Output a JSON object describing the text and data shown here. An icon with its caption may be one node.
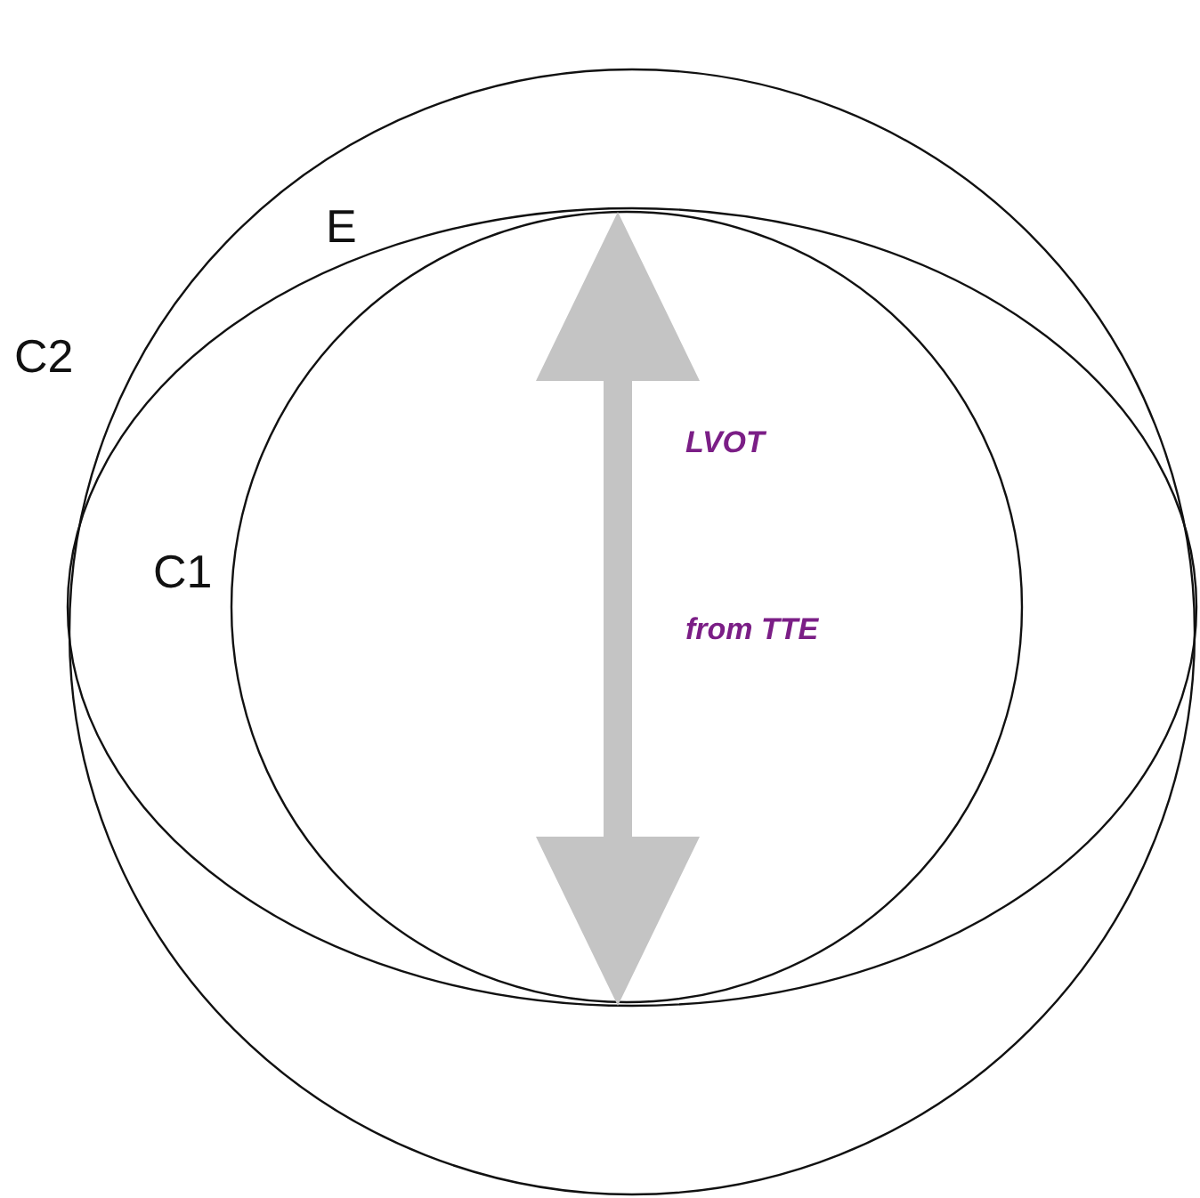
{
  "diagram": {
    "labels": [
      "E",
      "C2",
      "C1",
      "LVOT",
      "from TTE"
    ]
  }
}
